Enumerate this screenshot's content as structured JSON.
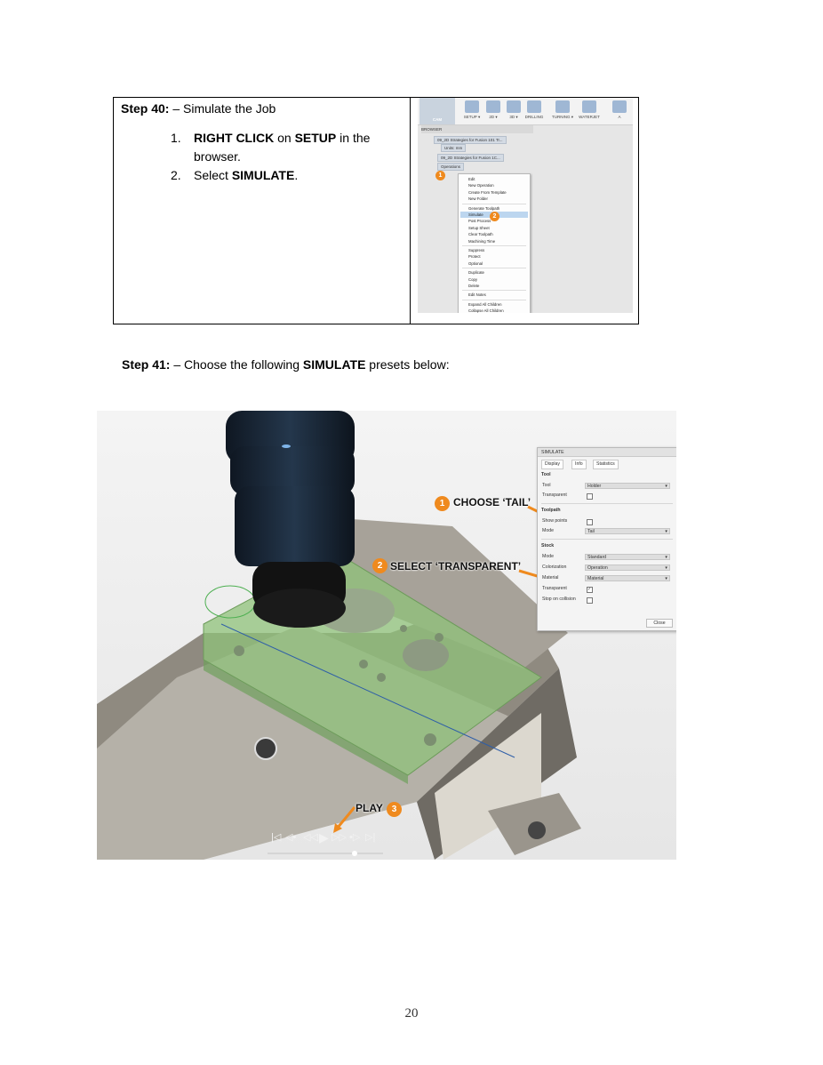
{
  "step40": {
    "label": "Step 40:",
    "title": " – Simulate the Job",
    "items": [
      {
        "num": "1.",
        "parts": [
          {
            "b": "RIGHT CLICK"
          },
          {
            "t": " on "
          },
          {
            "b": "SETUP"
          },
          {
            "t": " in the browser."
          }
        ]
      },
      {
        "num": "2.",
        "parts": [
          {
            "t": "Select "
          },
          {
            "b": "SIMULATE"
          },
          {
            "t": "."
          }
        ]
      }
    ]
  },
  "cam_screenshot": {
    "toolbar": [
      "CAM",
      "SETUP ▾",
      "2D ▾",
      "3D ▾",
      "DRILLING",
      "TURNING ▾",
      "WATERJET",
      "A"
    ],
    "browser_header": "BROWSER",
    "tree": [
      "09_2D Strategies for Fusion 101 Tr...",
      "Units: mm",
      "09_2D Strategies for Fusion 1C...",
      "Operations"
    ],
    "context_menu": [
      "Edit",
      "New Operation",
      "Create From Template",
      "New Folder",
      "Generate Toolpath",
      "Simulate",
      "Post Process",
      "Setup Sheet",
      "Clear Toolpath",
      "Machining Time",
      "Suppress",
      "Protect",
      "Optional",
      "Duplicate",
      "Copy",
      "Delete",
      "Edit Notes",
      "Expand All Children",
      "Collapse All Children"
    ],
    "badges": [
      "1",
      "2"
    ]
  },
  "step41": {
    "label": "Step 41:",
    "text_before": " – Choose the following ",
    "bold": "SIMULATE",
    "text_after": " presets below:"
  },
  "simulate_panel": {
    "title": "SIMULATE",
    "tabs": [
      "Display",
      "Info",
      "Statistics"
    ],
    "tool_section": "Tool",
    "tool_label": "Tool",
    "tool_value": "Holder",
    "tool_transparent": "Transparent",
    "toolpath_section": "Toolpath",
    "show_points": "Show points",
    "toolpath_mode_label": "Mode",
    "toolpath_mode_value": "Tail",
    "stock_section": "Stock",
    "stock_mode_label": "Mode",
    "stock_mode_value": "Standard",
    "colorization_label": "Colorization",
    "colorization_value": "Operation",
    "material_label": "Material",
    "material_value": "Material",
    "transparent_label": "Transparent",
    "stop_on_collision": "Stop on collision",
    "close": "Close"
  },
  "callouts": {
    "one_num": "1",
    "one_text": "CHOOSE ‘TAIL’",
    "two_num": "2",
    "two_text": "SELECT ‘TRANSPARENT’",
    "three_num": "3",
    "three_text": "PLAY"
  },
  "player": [
    "|◁",
    "◁•",
    "◁◁",
    "▶",
    "▷▷",
    "•▷",
    "▷|"
  ],
  "colors": {
    "accent": "#ef8a1e",
    "stock_green": "#8fc27a",
    "vise": "#8f8a80"
  },
  "page_number": "20"
}
